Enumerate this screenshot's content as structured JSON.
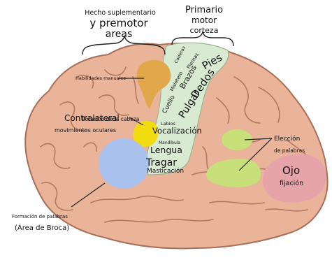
{
  "header": {
    "premotor": {
      "line1": "Hecho suplementario",
      "line2": "y premotor",
      "line3": "areas"
    },
    "motor": {
      "line1": "Primario",
      "line2": "motor",
      "line3": "corteza"
    }
  },
  "motor_strip": {
    "caderas": "Caderas",
    "piernas": "Piernas",
    "pies": "Pies",
    "maletero": "Maletero",
    "brazos": "Brazos",
    "dedos": "Dedos",
    "pulgar": "Pulgar",
    "cuello": "Cuello",
    "labios": "Labios",
    "vocalizacion": "Vocalización",
    "mandibula": "Mandíbula",
    "lengua": "Lengua",
    "tragar": "Tragar",
    "masticacion": "Masticación"
  },
  "regions": {
    "habilidades": "Habilidades manuales",
    "rotacion": "Rotación de la cabeza",
    "contralateral": "Contralateral",
    "movimientos": "movimientos oculares",
    "broca_line1": "Formación de palabras",
    "broca_line2": "(Área de Broca)",
    "eleccion_line1": "Elección",
    "eleccion_line2": "de palabras",
    "ojo": "Ojo",
    "fijacion": "fijación"
  },
  "colors": {
    "brain": "#e9b49a",
    "brain_outline": "#a86e57",
    "motor_strip": "#d9ead3",
    "manual": "#e0a84a",
    "rotation": "#c9a0c9",
    "eye_movement": "#f2dc10",
    "broca": "#a9c2ee",
    "word_choice": "#c8e07a",
    "fixation": "#e6a4aa"
  }
}
